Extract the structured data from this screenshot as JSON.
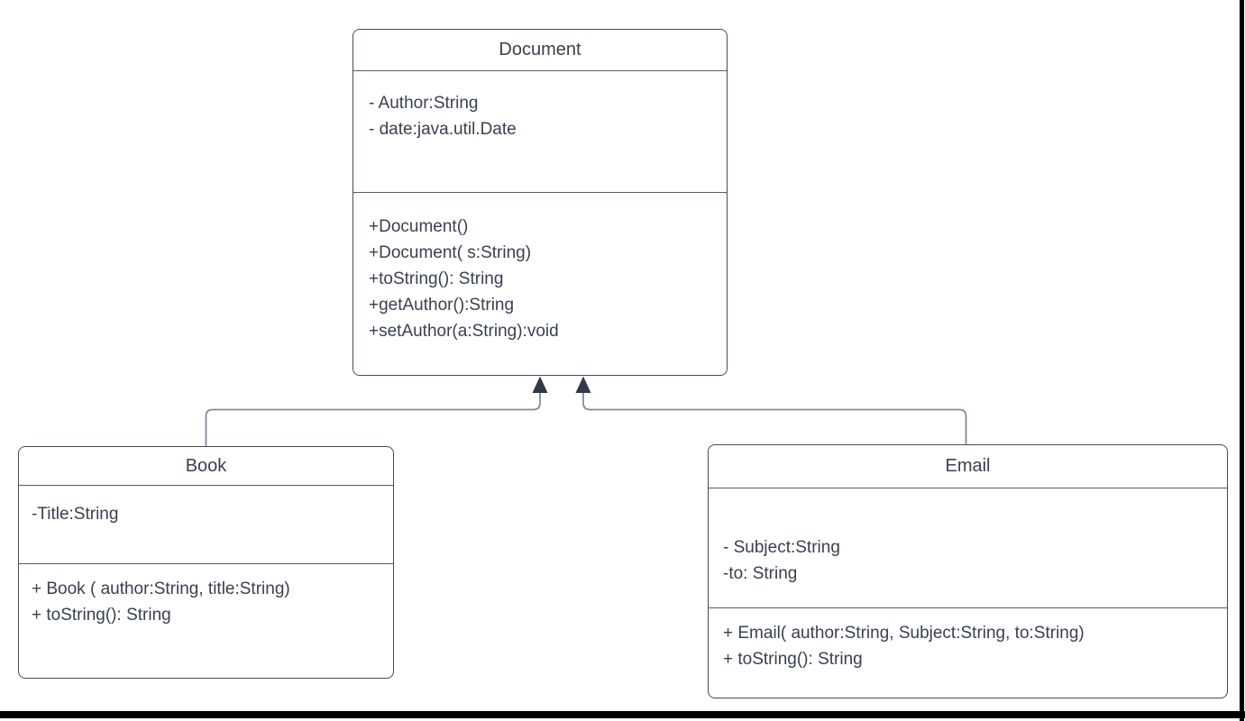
{
  "diagram": {
    "type": "uml-class-diagram",
    "classes": [
      {
        "name": "Document",
        "attributes": [
          "- Author:String",
          "- date:java.util.Date"
        ],
        "methods": [
          "+Document()",
          "+Document( s:String)",
          "+toString(): String",
          "+getAuthor():String",
          "+setAuthor(a:String):void"
        ]
      },
      {
        "name": "Book",
        "attributes": [
          "-Title:String"
        ],
        "methods": [
          "+ Book ( author:String, title:String)",
          "+ toString(): String"
        ]
      },
      {
        "name": "Email",
        "attributes": [
          "- Subject:String",
          "-to: String"
        ],
        "methods": [
          "+ Email( author:String, Subject:String, to:String)",
          "+ toString(): String"
        ]
      }
    ],
    "relationships": [
      {
        "from": "Book",
        "to": "Document",
        "type": "generalization"
      },
      {
        "from": "Email",
        "to": "Document",
        "type": "generalization"
      }
    ],
    "colors": {
      "background": "#ffffff",
      "box_border": "#434c59",
      "divider": "#535c6a",
      "text": "#39414f",
      "connector_line": "#828a96",
      "arrowhead": "#323a47",
      "frame": "#000000"
    }
  }
}
